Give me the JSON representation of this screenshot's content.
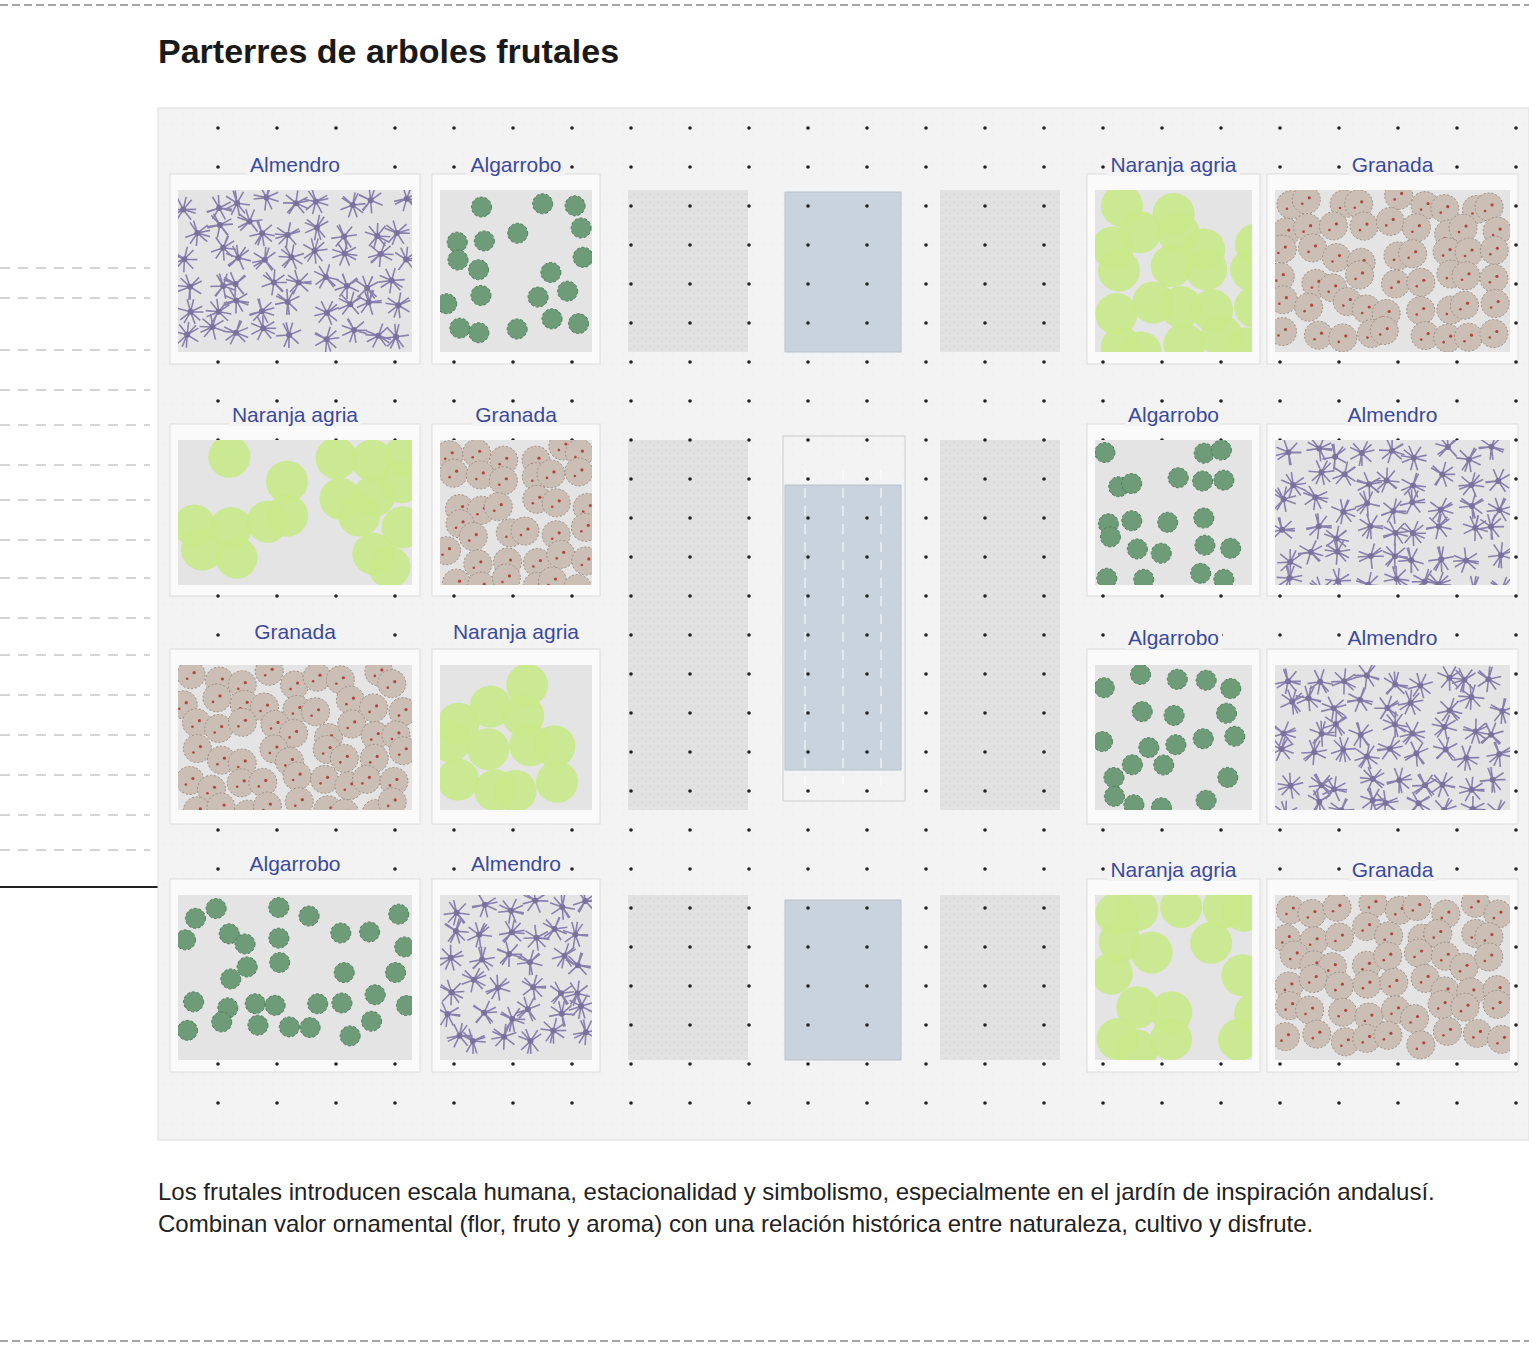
{
  "diagram": {
    "title": "Parterres de arboles frutales",
    "caption": "Los frutales introducen escala humana, estacionalidad y simbolismo, especialmente en el jardín de inspiración andalusí. Combinan valor ornamental (flor, fruto y aroma) con una relación histórica entre naturaleza, cultivo y disfrute.",
    "nodes": [
      {
        "text": [
          "Almendro"
        ]
      },
      {
        "text": [
          "Algarrobo"
        ]
      },
      {
        "text": [
          "Naranja agria"
        ]
      },
      {
        "text": [
          "Granada"
        ]
      },
      {
        "text": [
          "Naranja agria"
        ]
      },
      {
        "text": [
          "Granada"
        ]
      },
      {
        "text": [
          "Algarrobo"
        ]
      },
      {
        "text": [
          "Almendro"
        ]
      },
      {
        "text": [
          "Granada"
        ]
      },
      {
        "text": [
          "Naranja agria"
        ]
      },
      {
        "text": [
          "Algarrobo"
        ]
      },
      {
        "text": [
          "Almendro"
        ]
      },
      {
        "text": [
          "Algarrobo"
        ]
      },
      {
        "text": [
          "Almendro"
        ]
      },
      {
        "text": [
          "Naranja agria"
        ]
      },
      {
        "text": [
          "Granada"
        ]
      }
    ]
  }
}
